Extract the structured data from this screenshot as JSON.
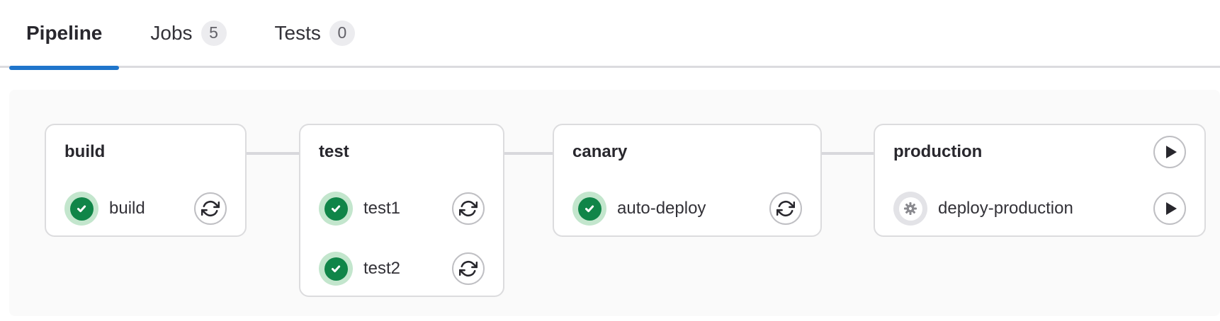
{
  "tabs": [
    {
      "label": "Pipeline",
      "active": true
    },
    {
      "label": "Jobs",
      "badge": "5",
      "active": false
    },
    {
      "label": "Tests",
      "badge": "0",
      "active": false
    }
  ],
  "pipeline": {
    "stages": [
      {
        "title": "build",
        "jobs": [
          {
            "name": "build",
            "status": "success",
            "action": "retry"
          }
        ]
      },
      {
        "title": "test",
        "jobs": [
          {
            "name": "test1",
            "status": "success",
            "action": "retry"
          },
          {
            "name": "test2",
            "status": "success",
            "action": "retry"
          }
        ]
      },
      {
        "title": "canary",
        "jobs": [
          {
            "name": "auto-deploy",
            "status": "success",
            "action": "retry"
          }
        ]
      },
      {
        "title": "production",
        "stage_action": "play",
        "jobs": [
          {
            "name": "deploy-production",
            "status": "manual",
            "action": "play"
          }
        ]
      }
    ]
  },
  "colors": {
    "active_tab_indicator": "#1f75cb",
    "success_green": "#108548",
    "success_halo": "#c3e6cd",
    "manual_halo": "#e3e3e7",
    "panel_background": "#fafafa",
    "card_border": "#dcdcde",
    "badge_background": "#ececef"
  }
}
